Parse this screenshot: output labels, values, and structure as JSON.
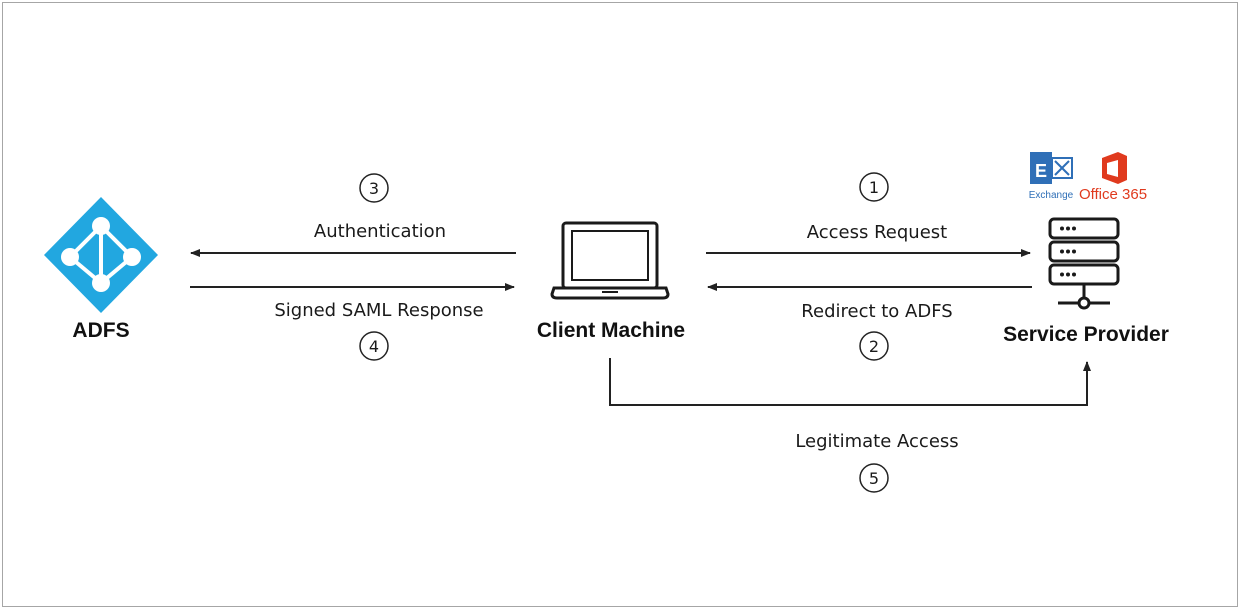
{
  "nodes": {
    "adfs": "ADFS",
    "client": "Client Machine",
    "provider": "Service Provider"
  },
  "logos": {
    "exchange": "Exchange",
    "office365": "Office 365"
  },
  "flows": [
    {
      "step": "1",
      "label": "Access Request"
    },
    {
      "step": "2",
      "label": "Redirect to ADFS"
    },
    {
      "step": "3",
      "label": "Authentication"
    },
    {
      "step": "4",
      "label": "Signed SAML Response"
    },
    {
      "step": "5",
      "label": "Legitimate Access"
    }
  ],
  "colors": {
    "adfs_blue": "#22a7e0",
    "exchange_blue": "#2f6fb7",
    "office_red": "#e03a1e",
    "line": "#222222"
  },
  "icons": [
    "adfs-logo-icon",
    "laptop-icon",
    "server-icon",
    "exchange-logo-icon",
    "office365-logo-icon"
  ]
}
